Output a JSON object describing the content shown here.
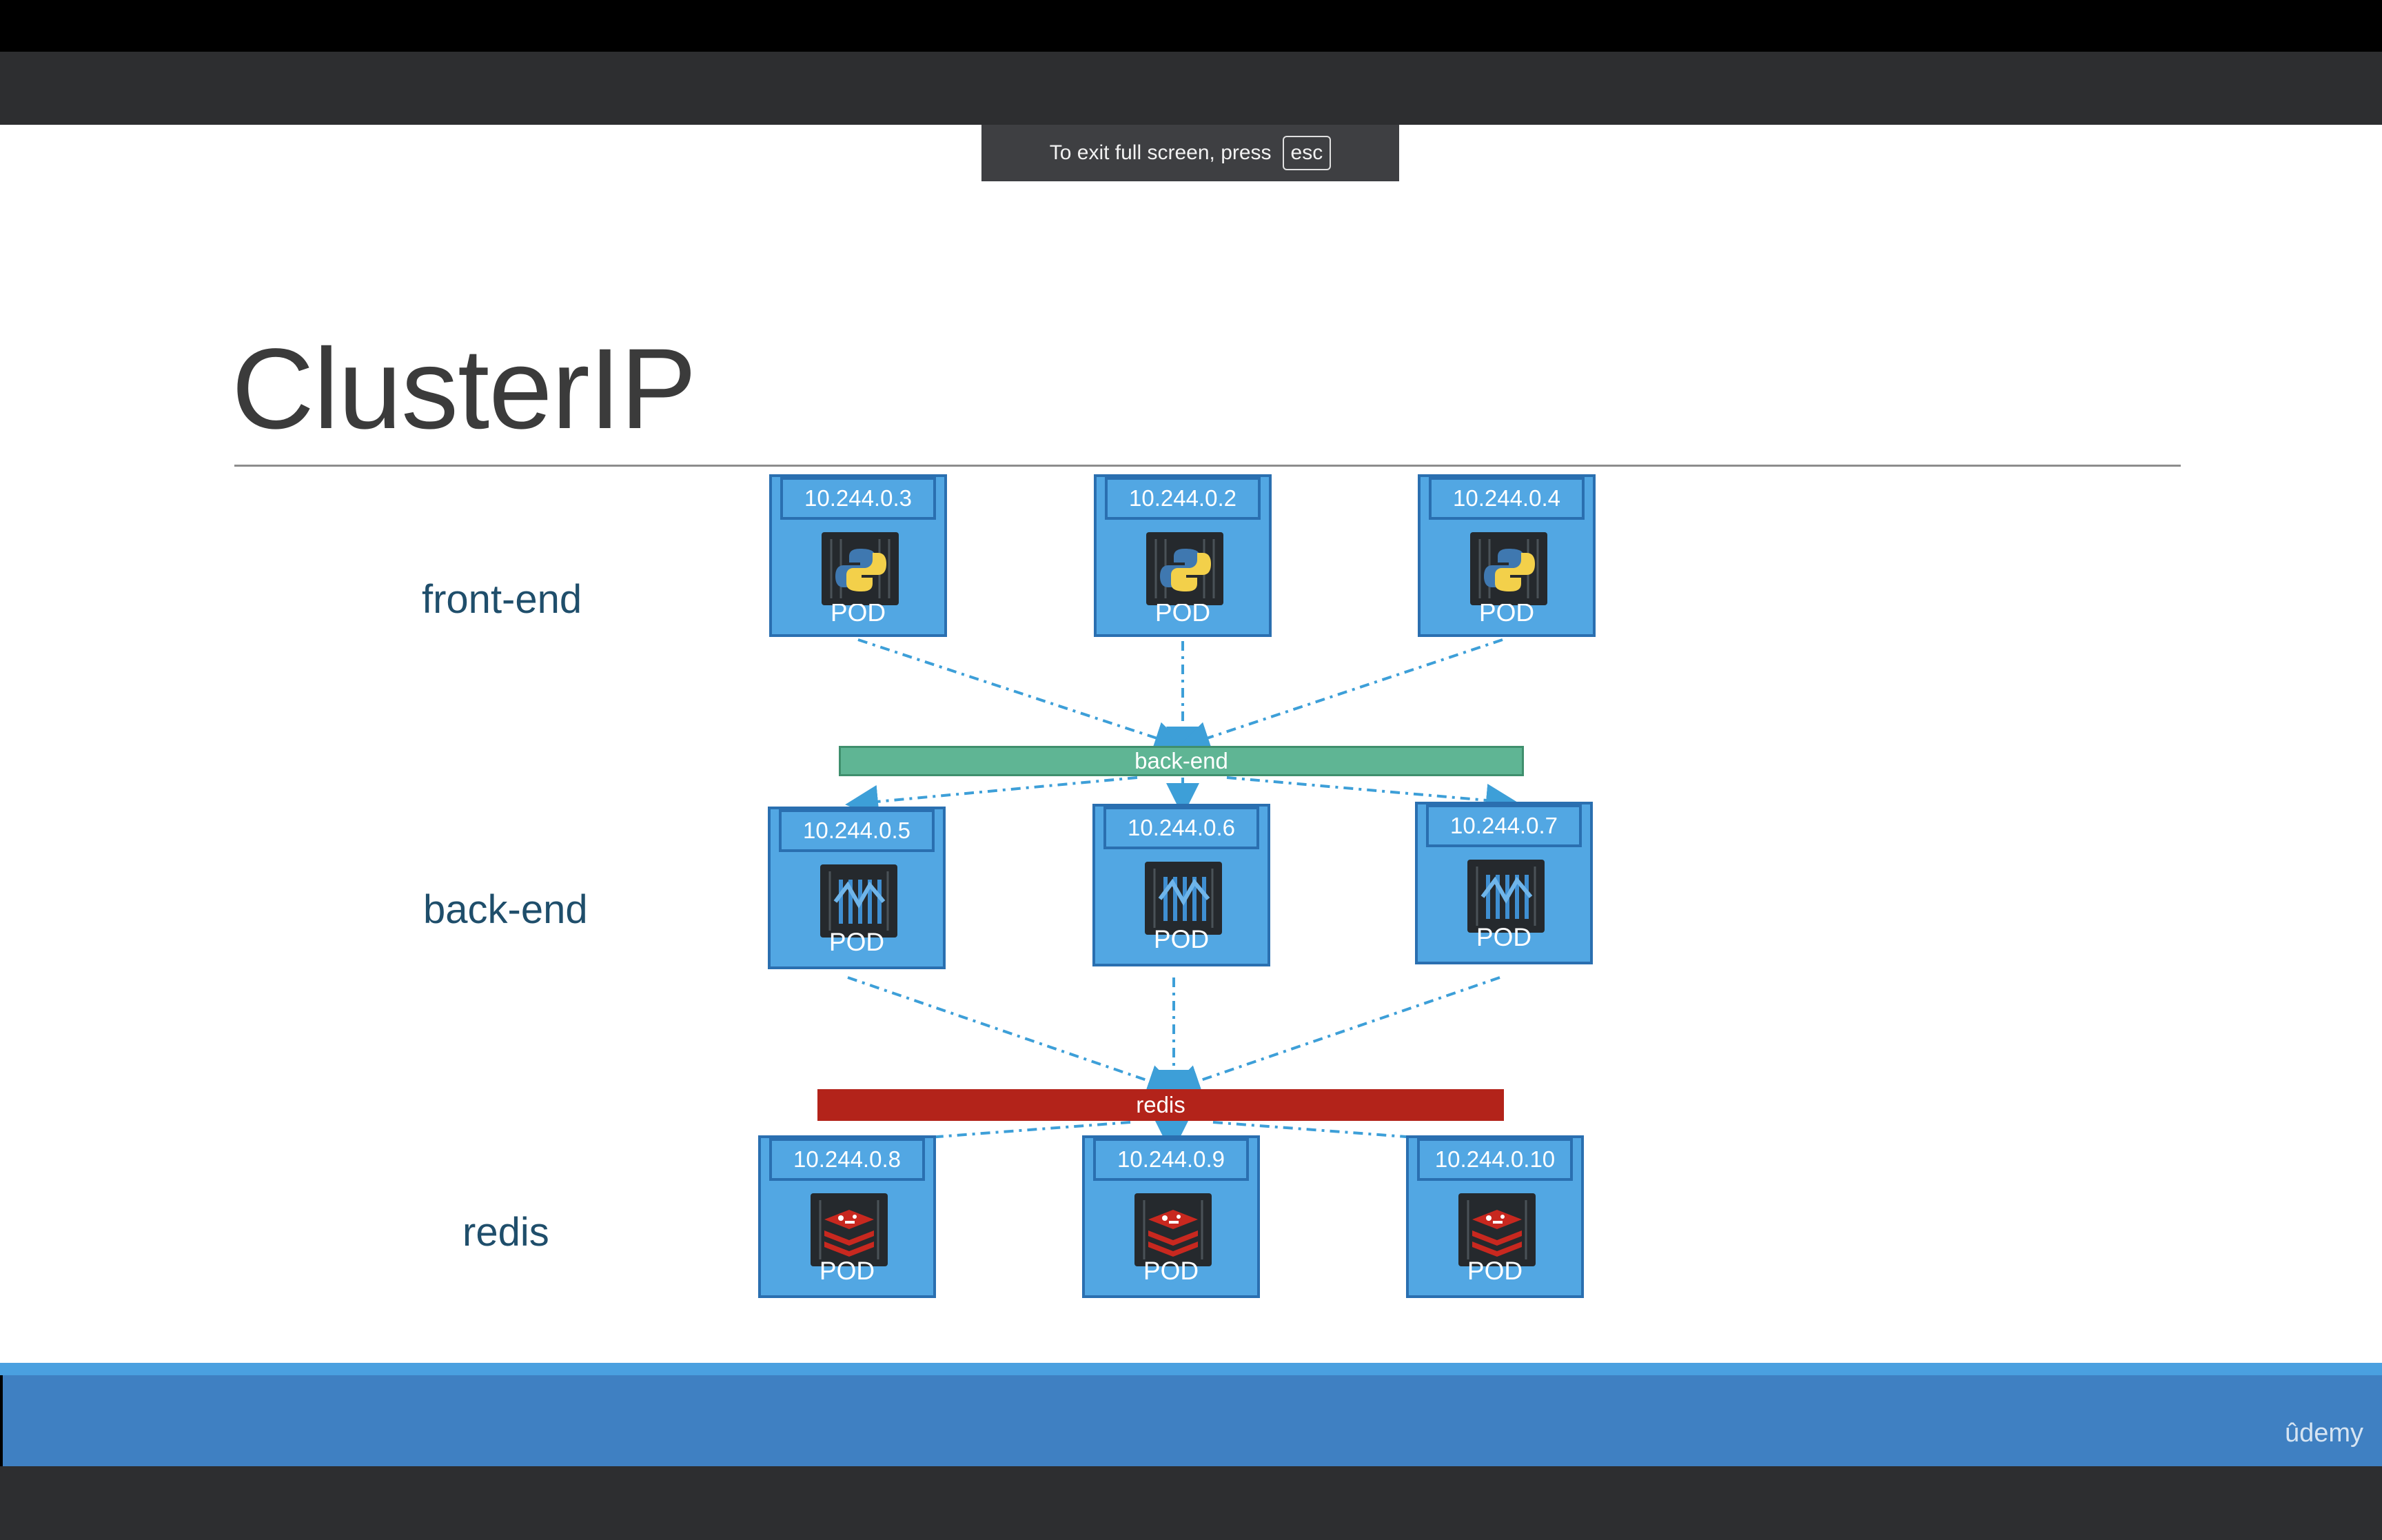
{
  "fullscreen_toast": {
    "text": "To exit full screen, press",
    "key": "esc"
  },
  "slide": {
    "title": "ClusterIP",
    "rows": [
      {
        "label": "front-end",
        "pods": [
          {
            "ip": "10.244.0.3",
            "label": "POD",
            "icon": "python-icon"
          },
          {
            "ip": "10.244.0.2",
            "label": "POD",
            "icon": "python-icon"
          },
          {
            "ip": "10.244.0.4",
            "label": "POD",
            "icon": "python-icon"
          }
        ]
      },
      {
        "label": "back-end",
        "pods": [
          {
            "ip": "10.244.0.5",
            "label": "POD",
            "icon": "backend-app-icon"
          },
          {
            "ip": "10.244.0.6",
            "label": "POD",
            "icon": "backend-app-icon"
          },
          {
            "ip": "10.244.0.7",
            "label": "POD",
            "icon": "backend-app-icon"
          }
        ]
      },
      {
        "label": "redis",
        "pods": [
          {
            "ip": "10.244.0.8",
            "label": "POD",
            "icon": "redis-icon"
          },
          {
            "ip": "10.244.0.9",
            "label": "POD",
            "icon": "redis-icon"
          },
          {
            "ip": "10.244.0.10",
            "label": "POD",
            "icon": "redis-icon"
          }
        ]
      }
    ],
    "services": {
      "backend": {
        "label": "back-end",
        "color": "#5fb594"
      },
      "redis": {
        "label": "redis",
        "color": "#b3231a"
      }
    }
  },
  "branding": {
    "logo": "ûdemy"
  },
  "colors": {
    "pod_fill": "#52a7e3",
    "pod_border": "#2a6fb0",
    "connector": "#3d9fd8"
  }
}
